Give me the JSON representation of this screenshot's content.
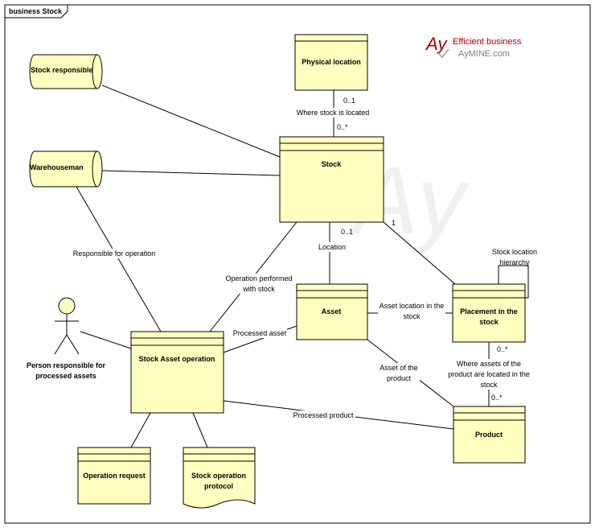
{
  "frame": {
    "title": "business Stock"
  },
  "logo": {
    "mark": "Ay",
    "line1": "Efficient business",
    "line2": "AyMINE.com"
  },
  "watermark": "Ay",
  "elements": {
    "physical_location": "Physical location",
    "stock": "Stock",
    "stock_responsible": "Stock responsible",
    "warehouseman": "Warehouseman",
    "asset": "Asset",
    "placement": [
      "Placement in the",
      "stock"
    ],
    "stock_asset_operation": "Stock Asset operation",
    "product": "Product",
    "operation_request": "Operation request",
    "stock_operation_protocol": [
      "Stock operation",
      "protocol"
    ],
    "person": [
      "Person responsible for",
      "processed assets"
    ]
  },
  "labels": {
    "where_stock_located": "Where stock is located",
    "mult_0_1_top": "0..1",
    "mult_0_many_top": "0..*",
    "mult_0_1_loc": "0..1",
    "location": "Location",
    "mult_1": "1",
    "stock_location_hierarchy": [
      "Stock location",
      "hierarchy"
    ],
    "asset_location": [
      "Asset location in the",
      "stock"
    ],
    "responsible_for_operation": "Responsible for operation",
    "operation_performed": [
      "Operation performed",
      "with stock"
    ],
    "processed_asset": "Processed asset",
    "asset_of_product": [
      "Asset of the",
      "product"
    ],
    "where_assets": [
      "Where assets of the",
      "product are located in the",
      "stock"
    ],
    "mult_0_many_a": "0..*",
    "mult_0_many_b": "0..*",
    "processed_product": "Processed product"
  }
}
